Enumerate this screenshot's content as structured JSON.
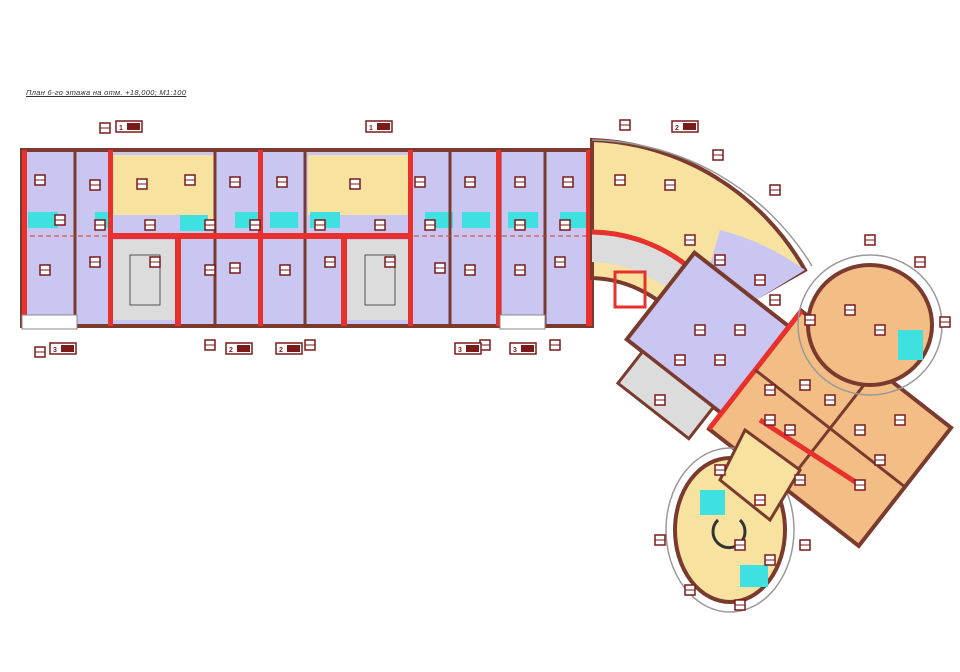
{
  "plan": {
    "title": "План  6-го этажа на отм. +18,000; М1:100",
    "apartment_tags_top": [
      "1",
      "1",
      "2"
    ],
    "apartment_tags_bottom": [
      "3",
      "2",
      "2",
      "3",
      "3"
    ]
  },
  "colors": {
    "wall": "#7a3b2e",
    "structural": "#e8302c",
    "living": "#c9c6f2",
    "kitchen": "#f7e2a0",
    "wet": "#3fe0e0",
    "penthouse": "#f3be86",
    "stair": "#dcdcdc",
    "tag": "#7a1a1a"
  }
}
